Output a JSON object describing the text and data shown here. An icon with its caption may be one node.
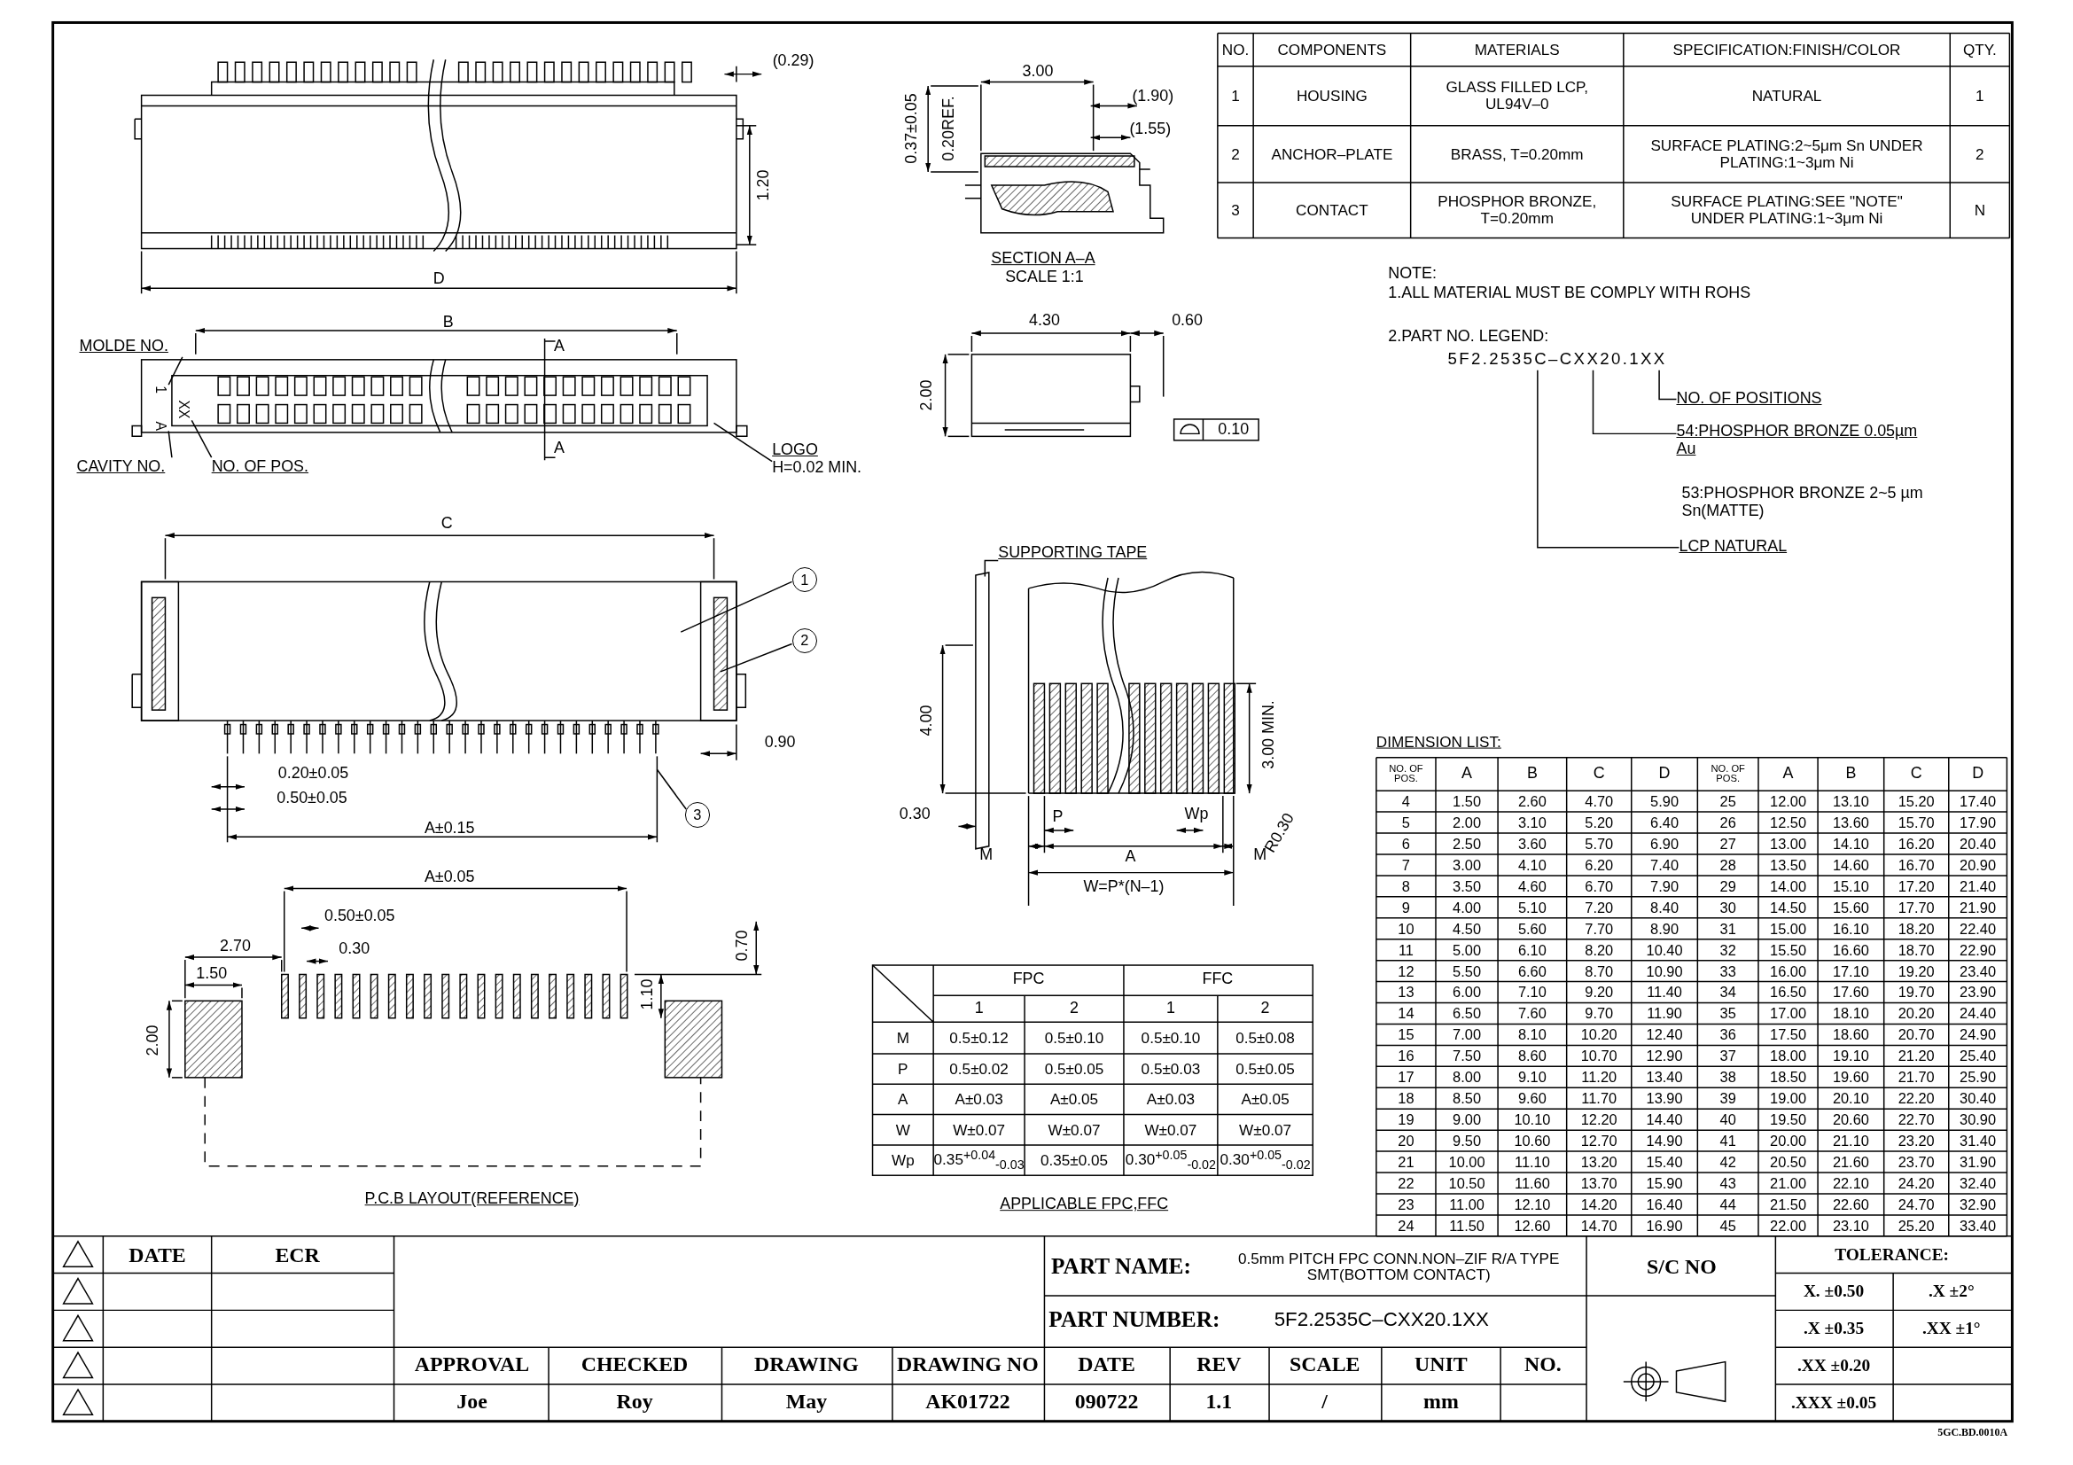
{
  "diagram": {
    "nodes": [
      {
        "text": [
          "MOLDE NO."
        ]
      },
      {
        "text": [
          "CAVITY NO."
        ]
      },
      {
        "text": [
          "NO. OF POS."
        ]
      },
      {
        "text": [
          "LOGO",
          "H=0.02 MIN."
        ]
      },
      {
        "text": [
          "1"
        ]
      },
      {
        "text": [
          "2"
        ]
      },
      {
        "text": [
          "3"
        ]
      },
      {
        "text": [
          "SUPPORTING TAPE"
        ]
      },
      {
        "text": [
          "NO. OF POSITIONS"
        ]
      },
      {
        "text": [
          "54:PHOSPHOR BRONZE 0.05µm Au"
        ]
      },
      {
        "text": [
          "LCP NATURAL"
        ]
      },
      {
        "text": [
          "1"
        ]
      },
      {
        "text": [
          "A"
        ]
      },
      {
        "text": [
          "XX"
        ]
      },
      {
        "text": [
          "5F2.2535C–CXX20.1XX"
        ]
      }
    ],
    "edges": [
      {
        "from": 0,
        "to": 11,
        "arrow": "none"
      },
      {
        "from": 1,
        "to": 12,
        "arrow": "none"
      },
      {
        "from": 2,
        "to": 13,
        "arrow": "none"
      },
      {
        "from": 3,
        "to": null,
        "arrow": "none"
      },
      {
        "from": 4,
        "to": null,
        "arrow": "none"
      },
      {
        "from": 5,
        "to": null,
        "arrow": "none"
      },
      {
        "from": 6,
        "to": null,
        "arrow": "none"
      },
      {
        "from": 7,
        "to": null,
        "arrow": "none"
      },
      {
        "from": 8,
        "to": 14,
        "arrow": "none"
      },
      {
        "from": 9,
        "to": 14,
        "arrow": "none"
      },
      {
        "from": 10,
        "to": 14,
        "arrow": "none"
      }
    ],
    "labels": [
      "(0.29)",
      "1.20",
      "D",
      "3.00",
      "0.37±0.05",
      "0.20REF.",
      "(1.90)",
      "(1.55)",
      "SECTION A–A",
      "SCALE 1:1",
      "NO.",
      "COMPONENTS",
      "MATERIALS",
      "SPECIFICATION:FINISH/COLOR",
      "QTY.",
      "1",
      "HOUSING",
      "GLASS FILLED LCP, UL94V–0",
      "NATURAL",
      "1",
      "2",
      "ANCHOR–PLATE",
      "BRASS, T=0.20mm",
      "SURFACE PLATING:2~5μm Sn UNDER PLATING:1~3μm Ni",
      "2",
      "3",
      "CONTACT",
      "PHOSPHOR BRONZE, T=0.20mm",
      "SURFACE PLATING:SEE \"NOTE\" UNDER PLATING:1~3μm Ni",
      "N",
      "B",
      "A",
      "A",
      "4.30",
      "0.60",
      "2.00",
      "0.10",
      "NOTE:",
      "1.ALL MATERIAL MUST BE COMPLY WITH ROHS",
      "2.PART NO. LEGEND:",
      "53:PHOSPHOR BRONZE 2~5 µm Sn(MATTE)",
      "C",
      "0.90",
      "0.20±0.05",
      "0.50±0.05",
      "A±0.15",
      "4.00",
      "0.30",
      "3.00 MIN.",
      "R0.30",
      "P",
      "Wp",
      "M",
      "A",
      "M",
      "W=P*(N–1)",
      "A±0.05",
      "0.50±0.05",
      "2.70",
      "0.30",
      "1.50",
      "0.70",
      "1.10",
      "2.00",
      "P.C.B LAYOUT(REFERENCE)",
      "FPC",
      "FFC",
      "1",
      "2",
      "1",
      "2",
      "M",
      "0.5±0.12",
      "0.5±0.10",
      "0.5±0.10",
      "0.5±0.08",
      "P",
      "0.5±0.02",
      "0.5±0.05",
      "0.5±0.03",
      "0.5±0.05",
      "A",
      "A±0.03",
      "A±0.05",
      "A±0.03",
      "A±0.05",
      "W",
      "W±0.07",
      "W±0.07",
      "W±0.07",
      "W±0.07",
      "Wp",
      "0.35$^{+0.04}$$_{-0.03}$",
      "0.35±0.05",
      "0.30$^{+0.05}$$_{-0.02}$",
      "0.30$^{+0.05}$$_{-0.02}$",
      "APPLICABLE FPC,FFC",
      "DIMENSION LIST:",
      "NO. OF POS.",
      "A",
      "B",
      "C",
      "D",
      "NO. OF POS.",
      "A",
      "B",
      "C",
      "D",
      "4",
      "1.50",
      "2.60",
      "4.70",
      "5.90",
      "25",
      "12.00",
      "13.10",
      "15.20",
      "17.40",
      "5",
      "2.00",
      "3.10",
      "5.20",
      "6.40",
      "26",
      "12.50",
      "13.60",
      "15.70",
      "17.90",
      "6",
      "2.50",
      "3.60",
      "5.70",
      "6.90",
      "27",
      "13.00",
      "14.10",
      "16.20",
      "20.40",
      "7",
      "3.00",
      "4.10",
      "6.20",
      "7.40",
      "28",
      "13.50",
      "14.60",
      "16.70",
      "20.90",
      "8",
      "3.50",
      "4.60",
      "6.70",
      "7.90",
      "29",
      "14.00",
      "15.10",
      "17.20",
      "21.40",
      "9",
      "4.00",
      "5.10",
      "7.20",
      "8.40",
      "30",
      "14.50",
      "15.60",
      "17.70",
      "21.90",
      "10",
      "4.50",
      "5.60",
      "7.70",
      "8.90",
      "31",
      "15.00",
      "16.10",
      "18.20",
      "22.40",
      "11",
      "5.00",
      "6.10",
      "8.20",
      "10.40",
      "32",
      "15.50",
      "16.60",
      "18.70",
      "22.90",
      "12",
      "5.50",
      "6.60",
      "8.70",
      "10.90",
      "33",
      "16.00",
      "17.10",
      "19.20",
      "23.40",
      "13",
      "6.00",
      "7.10",
      "9.20",
      "11.40",
      "34",
      "16.50",
      "17.60",
      "19.70",
      "23.90",
      "14",
      "6.50",
      "7.60",
      "9.70",
      "11.90",
      "35",
      "17.00",
      "18.10",
      "20.20",
      "24.40",
      "15",
      "7.00",
      "8.10",
      "10.20",
      "12.40",
      "36",
      "17.50",
      "18.60",
      "20.70",
      "24.90",
      "16",
      "7.50",
      "8.60",
      "10.70",
      "12.90",
      "37",
      "18.00",
      "19.10",
      "21.20",
      "25.40",
      "17",
      "8.00",
      "9.10",
      "11.20",
      "13.40",
      "38",
      "18.50",
      "19.60",
      "21.70",
      "25.90",
      "18",
      "8.50",
      "9.60",
      "11.70",
      "13.90",
      "39",
      "19.00",
      "20.10",
      "22.20",
      "30.40",
      "19",
      "9.00",
      "10.10",
      "12.20",
      "14.40",
      "40",
      "19.50",
      "20.60",
      "22.70",
      "30.90",
      "20",
      "9.50",
      "10.60",
      "12.70",
      "14.90",
      "41",
      "20.00",
      "21.10",
      "23.20",
      "31.40",
      "21",
      "10.00",
      "11.10",
      "13.20",
      "15.40",
      "42",
      "20.50",
      "21.60",
      "23.70",
      "31.90",
      "22",
      "10.50",
      "11.60",
      "13.70",
      "15.90",
      "43",
      "21.00",
      "22.10",
      "24.20",
      "32.40",
      "23",
      "11.00",
      "12.10",
      "14.20",
      "16.40",
      "44",
      "21.50",
      "22.60",
      "24.70",
      "32.90",
      "24",
      "11.50",
      "12.60",
      "14.70",
      "16.90",
      "45",
      "22.00",
      "23.10",
      "25.20",
      "33.40",
      "DATE",
      "ECR",
      "APPROVAL",
      "CHECKED",
      "DRAWING",
      "DRAWING NO",
      "Joe",
      "Roy",
      "May",
      "AK01722",
      "PART NAME:",
      "0.5mm PITCH FPC CONN.NON–ZIF R/A TYPE SMT(BOTTOM CONTACT)",
      "S/C NO",
      "PART NUMBER:",
      "5F2.2535C–CXX20.1XX",
      "DATE",
      "REV",
      "SCALE",
      "UNIT",
      "NO.",
      "090722",
      "1.1",
      "/",
      "mm",
      "TOLERANCE:",
      "X. ±0.50",
      ".X ±2°",
      ".X ±0.35",
      ".XX ±1°",
      ".XX ±0.20",
      ".XXX ±0.05",
      "5GC.BD.0010A"
    ]
  }
}
